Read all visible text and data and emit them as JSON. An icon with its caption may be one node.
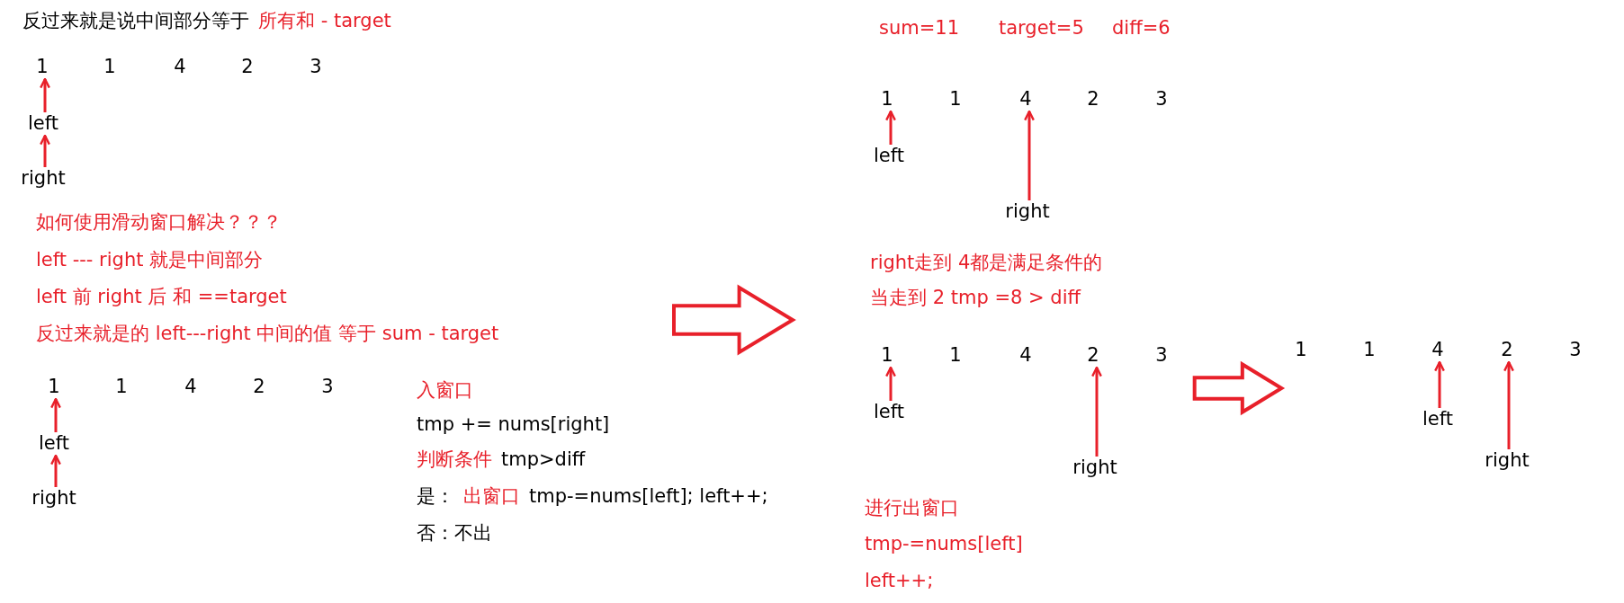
{
  "diagram": {
    "nodes": [
      {
        "text": [
          "1"
        ]
      },
      {
        "text": [
          "1"
        ]
      },
      {
        "text": [
          "4"
        ]
      },
      {
        "text": [
          "2"
        ]
      },
      {
        "text": [
          "3"
        ]
      },
      {
        "text": [
          "left"
        ]
      },
      {
        "text": [
          "right"
        ]
      },
      {
        "text": [
          "1"
        ]
      },
      {
        "text": [
          "1"
        ]
      },
      {
        "text": [
          "4"
        ]
      },
      {
        "text": [
          "2"
        ]
      },
      {
        "text": [
          "3"
        ]
      },
      {
        "text": [
          "left"
        ]
      },
      {
        "text": [
          "right"
        ]
      },
      {
        "text": [
          "1"
        ]
      },
      {
        "text": [
          "1"
        ]
      },
      {
        "text": [
          "4"
        ]
      },
      {
        "text": [
          "2"
        ]
      },
      {
        "text": [
          "3"
        ]
      },
      {
        "text": [
          "left"
        ]
      },
      {
        "text": [
          "right"
        ]
      },
      {
        "text": [
          "1"
        ]
      },
      {
        "text": [
          "1"
        ]
      },
      {
        "text": [
          "4"
        ]
      },
      {
        "text": [
          "2"
        ]
      },
      {
        "text": [
          "3"
        ]
      },
      {
        "text": [
          "left"
        ]
      },
      {
        "text": [
          "right"
        ]
      },
      {
        "text": [
          "1"
        ]
      },
      {
        "text": [
          "1"
        ]
      },
      {
        "text": [
          "4"
        ]
      },
      {
        "text": [
          "2"
        ]
      },
      {
        "text": [
          "3"
        ]
      },
      {
        "text": [
          "left"
        ]
      },
      {
        "text": [
          "right"
        ]
      }
    ],
    "edges": [
      {
        "from": 5,
        "to": 0,
        "arrow": "to",
        "color": "#e8202a"
      },
      {
        "from": 6,
        "to": 5,
        "arrow": "to",
        "color": "#e8202a"
      },
      {
        "from": 12,
        "to": 7,
        "arrow": "to",
        "color": "#e8202a"
      },
      {
        "from": 13,
        "to": 12,
        "arrow": "to",
        "color": "#e8202a"
      },
      {
        "from": 19,
        "to": 14,
        "arrow": "to",
        "color": "#e8202a"
      },
      {
        "from": 20,
        "to": 16,
        "arrow": "to",
        "color": "#e8202a"
      },
      {
        "from": 26,
        "to": 21,
        "arrow": "to",
        "color": "#e8202a"
      },
      {
        "from": 27,
        "to": 24,
        "arrow": "to",
        "color": "#e8202a"
      },
      {
        "from": 25,
        "to": 28,
        "arrow": "to",
        "style": "thick",
        "color": "#e8202a"
      },
      {
        "from": 33,
        "to": 30,
        "arrow": "to",
        "color": "#e8202a"
      },
      {
        "from": 34,
        "to": 31,
        "arrow": "to",
        "color": "#e8202a"
      }
    ],
    "labels": [
      "反过来就是说中间部分等于",
      "所有和 - target",
      "如何使用滑动窗口解决？？？",
      "left --- right 就是中间部分",
      "left 前 right 后 和 ==target",
      "反过来就是的 left---right 中间的值 等于 sum - target",
      "入窗口",
      "tmp += nums[right]",
      "判断条件",
      "tmp>diff",
      "是：",
      "出窗口",
      "tmp-=nums[left]; left++;",
      "否：不出",
      "sum=11",
      "target=5",
      "diff=6",
      "right走到 4都是满足条件的",
      "当走到 2 tmp =8 > diff",
      "进行出窗口",
      "tmp-=nums[left]",
      "left++;"
    ]
  }
}
